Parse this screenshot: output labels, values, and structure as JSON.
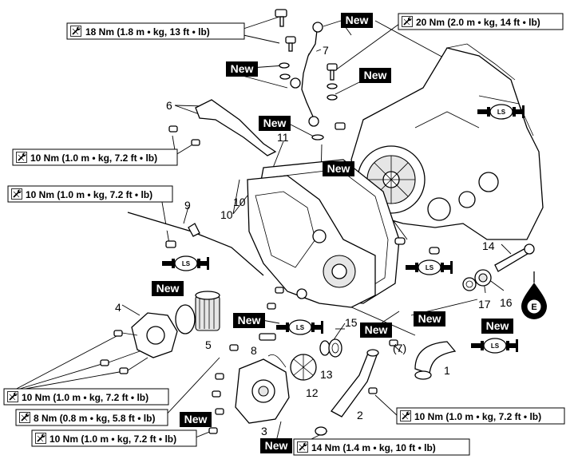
{
  "torque_specs": [
    "18 Nm (1.8 m • kg, 13 ft • lb)",
    "20 Nm (2.0 m • kg, 14 ft • lb)",
    "10 Nm (1.0 m • kg, 7.2 ft • lb)",
    "10 Nm (1.0 m • kg, 7.2 ft • lb)",
    "10 Nm (1.0 m • kg, 7.2 ft • lb)",
    "8 Nm (0.8 m • kg, 5.8 ft • lb)",
    "10 Nm (1.0 m • kg, 7.2 ft • lb)",
    "10 Nm (1.0 m • kg, 7.2 ft • lb)",
    "14 Nm (1.4 m • kg, 10 ft • lb)"
  ],
  "new_label": "New",
  "lubricant_ls": "LS",
  "lubricant_e": "E",
  "callouts": [
    "1",
    "2",
    "3",
    "4",
    "5",
    "6",
    "7",
    "8",
    "9",
    "10",
    "10",
    "11",
    "12",
    "13",
    "14",
    "15",
    "16",
    "17",
    "(7)"
  ],
  "icons": {
    "wrench": "wrench-icon",
    "grease_gun": "grease-gun-icon",
    "oil_can": "oil-can-icon"
  }
}
